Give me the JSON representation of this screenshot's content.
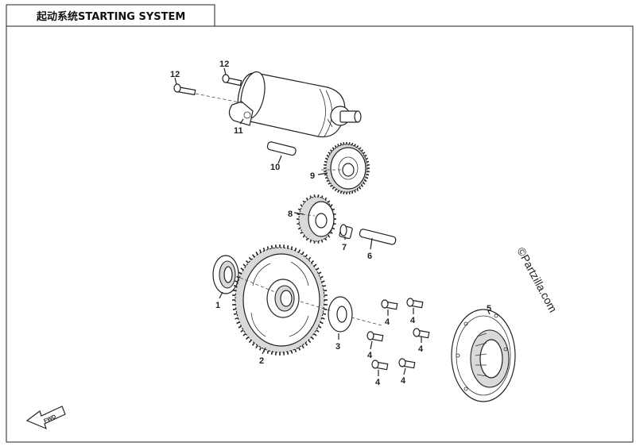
{
  "diagram": {
    "title": "起动系统STARTING SYSTEM",
    "watermark": "©Partzilla.com",
    "fwd_label": "FWD",
    "callouts": {
      "c1": "1",
      "c2": "2",
      "c3": "3",
      "c4a": "4",
      "c4b": "4",
      "c4c": "4",
      "c4d": "4",
      "c4e": "4",
      "c4f": "4",
      "c5": "5",
      "c6": "6",
      "c7": "7",
      "c8": "8",
      "c9": "9",
      "c10": "10",
      "c11": "11",
      "c12a": "12",
      "c12b": "12"
    }
  }
}
